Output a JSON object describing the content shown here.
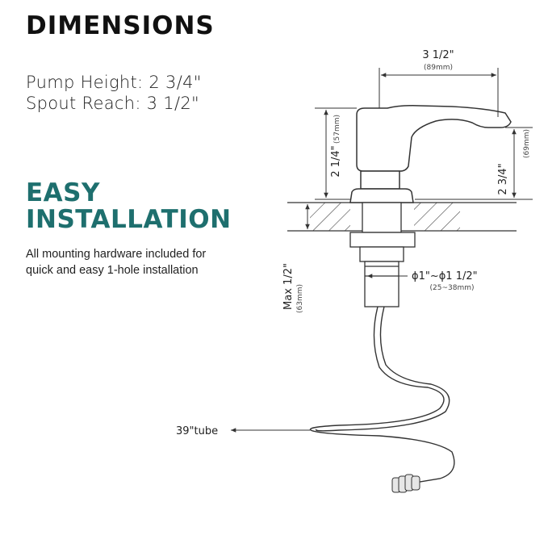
{
  "header": {
    "title": "DIMENSIONS",
    "pump_height": "Pump Height: 2 3/4\"",
    "spout_reach": "Spout Reach: 3 1/2\""
  },
  "install": {
    "title_line1": "EASY",
    "title_line2": "INSTALLATION",
    "description": "All mounting hardware included for quick and easy 1-hole installation"
  },
  "diagram": {
    "reach_label": "3 1/2\"",
    "reach_mm": "(89mm)",
    "upper_height_label": "2 1/4\"",
    "upper_height_mm": "(57mm)",
    "total_height_label": "2 3/4\"",
    "total_height_mm": "(69mm)",
    "thickness_label": "Max 1/2\"",
    "thickness_mm": "(63mm)",
    "hole_label": "ϕ1\"~ϕ1 1/2\"",
    "hole_mm": "(25~38mm)",
    "tube_label": "39\"tube"
  },
  "colors": {
    "accent": "#1e6f6e",
    "line": "#333333"
  }
}
